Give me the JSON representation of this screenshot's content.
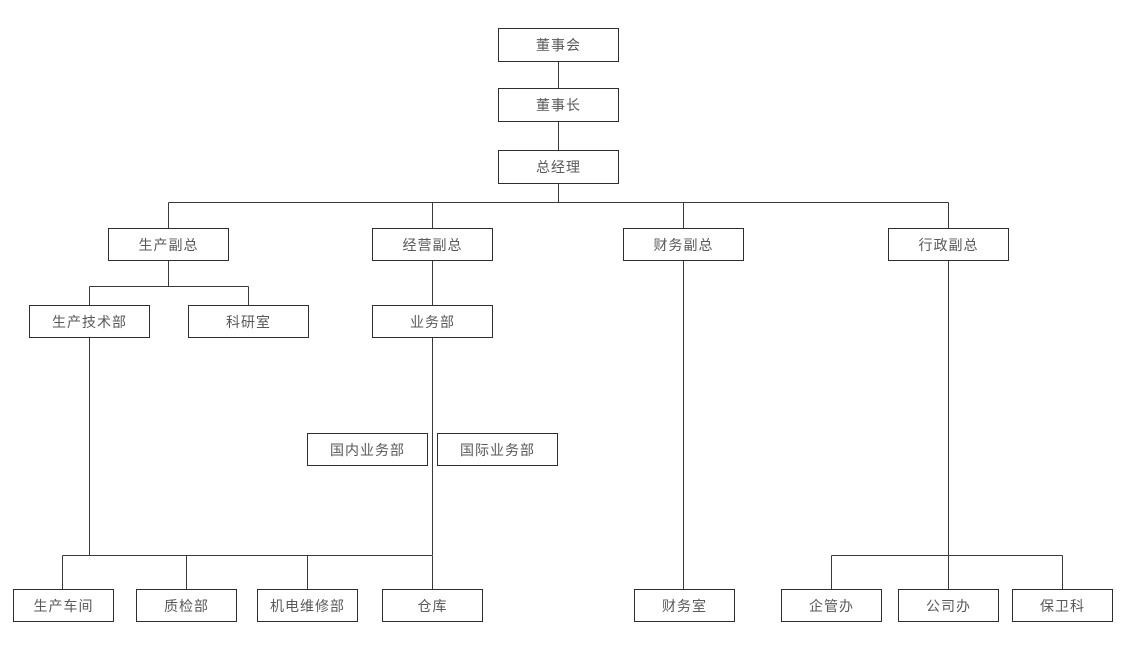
{
  "diagram": {
    "type": "org-chart",
    "colors": {
      "background": "#ffffff",
      "box_border": "#2e2e2e",
      "box_fill": "#ffffff",
      "line": "#3a3a3a",
      "text": "#595959"
    },
    "nodes": [
      {
        "id": "board",
        "label": "董事会"
      },
      {
        "id": "chairman",
        "label": "董事长"
      },
      {
        "id": "general-manager",
        "label": "总经理"
      },
      {
        "id": "vp-production",
        "label": "生产副总"
      },
      {
        "id": "vp-operations",
        "label": "经营副总"
      },
      {
        "id": "vp-finance",
        "label": "财务副总"
      },
      {
        "id": "vp-admin",
        "label": "行政副总"
      },
      {
        "id": "production-tech-dept",
        "label": "生产技术部"
      },
      {
        "id": "research-office",
        "label": "科研室"
      },
      {
        "id": "business-dept",
        "label": "业务部"
      },
      {
        "id": "domestic-business-dept",
        "label": "国内业务部"
      },
      {
        "id": "intl-business-dept",
        "label": "国际业务部"
      },
      {
        "id": "production-workshop",
        "label": "生产车间"
      },
      {
        "id": "quality-inspection-dept",
        "label": "质检部"
      },
      {
        "id": "mech-maintenance-dept",
        "label": "机电维修部"
      },
      {
        "id": "warehouse",
        "label": "仓库"
      },
      {
        "id": "finance-office",
        "label": "财务室"
      },
      {
        "id": "enterprise-mgmt-office",
        "label": "企管办"
      },
      {
        "id": "company-office",
        "label": "公司办"
      },
      {
        "id": "security-section",
        "label": "保卫科"
      }
    ],
    "edges": [
      {
        "from": "board",
        "to": "chairman"
      },
      {
        "from": "chairman",
        "to": "general-manager"
      },
      {
        "from": "general-manager",
        "to": "vp-production"
      },
      {
        "from": "general-manager",
        "to": "vp-operations"
      },
      {
        "from": "general-manager",
        "to": "vp-finance"
      },
      {
        "from": "general-manager",
        "to": "vp-admin"
      },
      {
        "from": "vp-production",
        "to": "production-tech-dept"
      },
      {
        "from": "vp-production",
        "to": "research-office"
      },
      {
        "from": "vp-operations",
        "to": "business-dept"
      },
      {
        "from": "business-dept",
        "to": "domestic-business-dept"
      },
      {
        "from": "business-dept",
        "to": "intl-business-dept"
      },
      {
        "from": "production-tech-dept",
        "to": "production-workshop",
        "via": "shared-bottom-rail"
      },
      {
        "from": "production-tech-dept",
        "to": "quality-inspection-dept",
        "via": "shared-bottom-rail"
      },
      {
        "from": "production-tech-dept",
        "to": "mech-maintenance-dept",
        "via": "shared-bottom-rail"
      },
      {
        "from": "business-dept",
        "to": "warehouse",
        "via": "shared-bottom-rail"
      },
      {
        "from": "vp-finance",
        "to": "finance-office"
      },
      {
        "from": "vp-admin",
        "to": "enterprise-mgmt-office"
      },
      {
        "from": "vp-admin",
        "to": "company-office"
      },
      {
        "from": "vp-admin",
        "to": "security-section"
      }
    ]
  }
}
